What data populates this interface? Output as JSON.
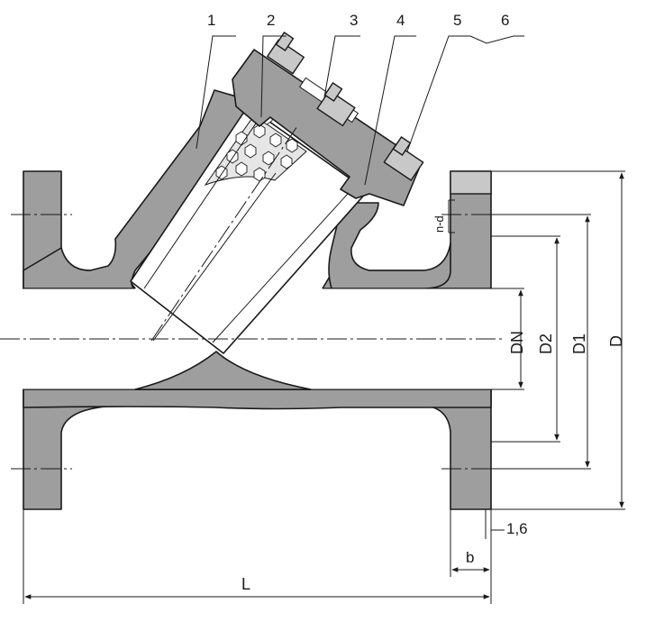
{
  "callouts": [
    "1",
    "2",
    "3",
    "4",
    "5",
    "6"
  ],
  "dimensions": {
    "dn": "DN",
    "d2": "D2",
    "d1": "D1",
    "d": "D",
    "bolt_holes": "n-d",
    "raised_face": "1,6",
    "flange_thickness": "b",
    "length": "L"
  },
  "colors": {
    "metal": "#9e9e9e",
    "light_metal": "#c8c8c8",
    "line": "#1a1a1a",
    "background": "#ffffff"
  }
}
